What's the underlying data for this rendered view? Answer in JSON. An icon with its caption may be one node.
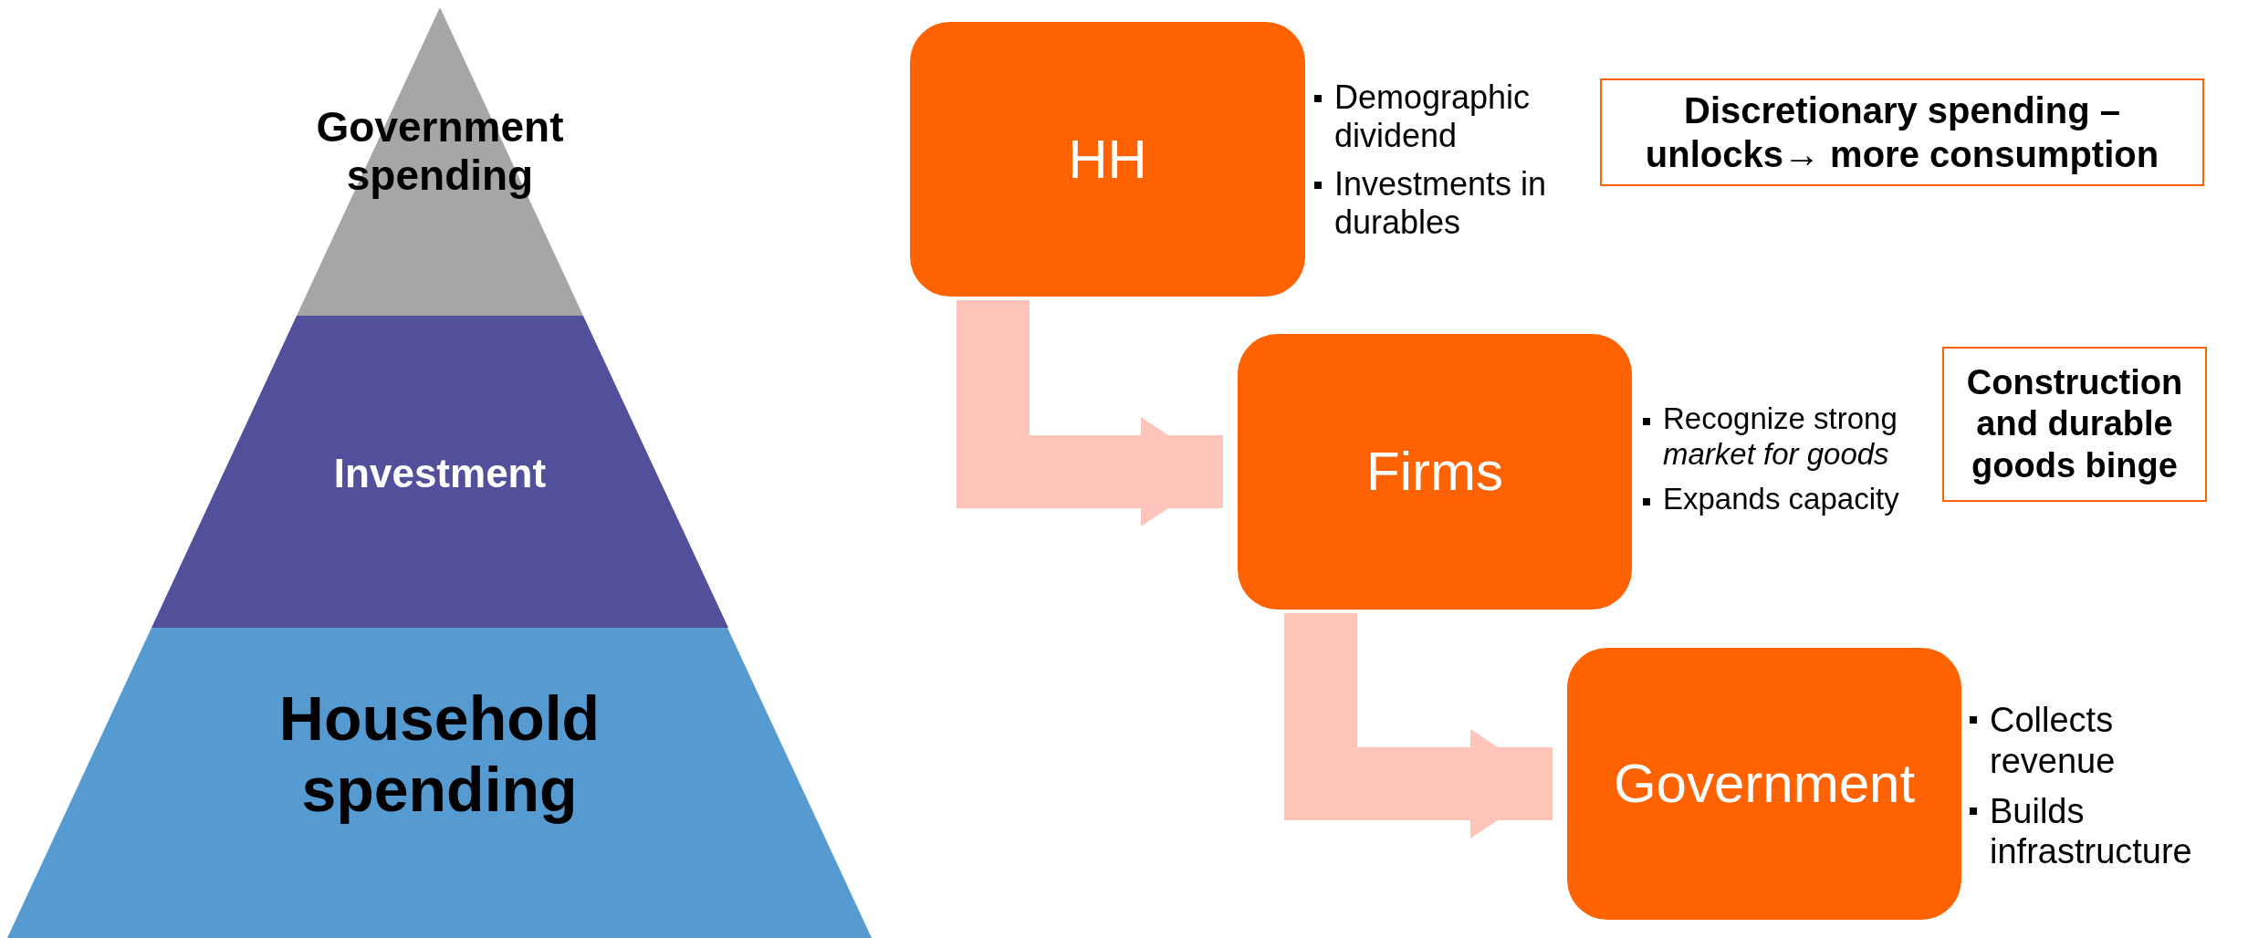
{
  "diagram": {
    "nodes": [
      {
        "text": [
          "Government spending"
        ]
      },
      {
        "text": [
          "Investment"
        ]
      },
      {
        "text": [
          "Household spending"
        ]
      },
      {
        "text": [
          "HH"
        ],
        "beside": [
          "Demographic dividend",
          "Investments in durables"
        ]
      },
      {
        "text": [
          "Discretionary spending –unlocks→ more consumption"
        ]
      },
      {
        "text": [
          "Firms"
        ],
        "beside": [
          "Recognize strong *market for goods*",
          "Expands capacity"
        ]
      },
      {
        "text": [
          "Construction and durable goods binge"
        ]
      },
      {
        "text": [
          "Government"
        ],
        "beside": [
          "Collects revenue",
          "Builds infrastructure"
        ]
      }
    ],
    "edges": [
      {
        "from": 3,
        "to": 5,
        "arrow": "to"
      },
      {
        "from": 5,
        "to": 7,
        "arrow": "to"
      }
    ]
  }
}
